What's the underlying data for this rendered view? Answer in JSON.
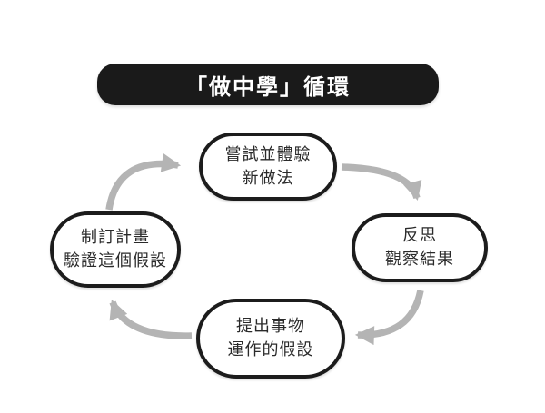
{
  "title": {
    "label": "「做中學」循環"
  },
  "nodes": [
    {
      "id": "try_new",
      "position": "top",
      "line1": "嘗試並體驗",
      "line2": "新做法"
    },
    {
      "id": "reflect",
      "position": "right",
      "line1": "反思",
      "line2": "觀察結果"
    },
    {
      "id": "hypothesize",
      "position": "bottom",
      "line1": "提出事物",
      "line2": "運作的假設"
    },
    {
      "id": "plan",
      "position": "left",
      "line1": "制訂計畫",
      "line2": "驗證這個假設"
    }
  ],
  "edges": [
    {
      "from": "plan",
      "to": "try_new"
    },
    {
      "from": "try_new",
      "to": "reflect"
    },
    {
      "from": "reflect",
      "to": "hypothesize"
    },
    {
      "from": "hypothesize",
      "to": "plan"
    }
  ],
  "flow_direction": "clockwise",
  "colors": {
    "page_bg": "#ffffff",
    "title_bg": "#1a1a1a",
    "title_text": "#ffffff",
    "node_border": "#1c1c1c",
    "node_text": "#2a2a2a",
    "arrow": "#b4b4b4"
  }
}
